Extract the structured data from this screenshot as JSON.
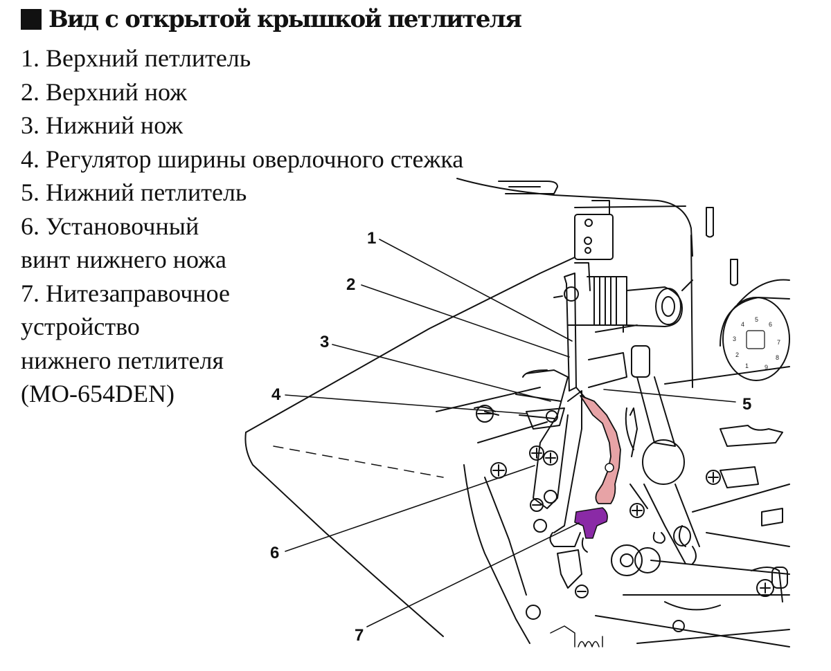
{
  "title": "Вид с открытой крышкой петлителя",
  "legend": [
    "1. Верхний петлитель",
    "2. Верхний нож",
    "3. Нижний нож",
    "4. Регулятор ширины оверлочного стежка",
    "5. Нижний петлитель",
    "6. Установочный",
    "винт нижнего ножа",
    "7. Нитезаправочное",
    "устройство",
    "нижнего петлителя",
    "(MO-654DEN)"
  ],
  "callouts": [
    "1",
    "2",
    "3",
    "4",
    "5",
    "6",
    "7"
  ],
  "dial_numbers": [
    "5",
    "4",
    "6",
    "3",
    "7",
    "2",
    "8",
    "1",
    "9"
  ],
  "colors": {
    "line": "#111111",
    "lower_looper_highlight": "#e7a3a6",
    "threader_highlight": "#8a2aa6"
  }
}
